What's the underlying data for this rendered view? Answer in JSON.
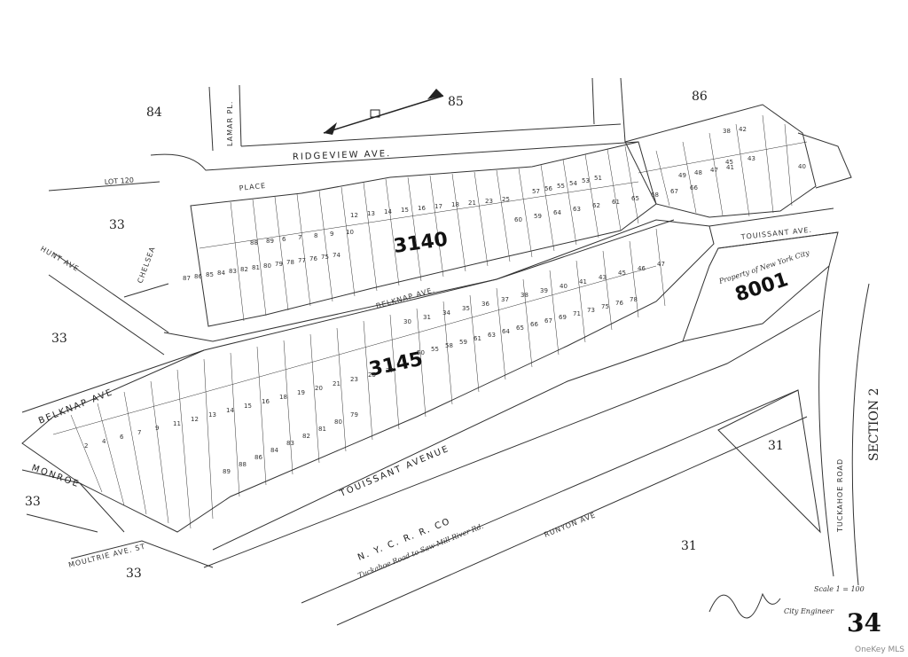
{
  "map": {
    "streets": {
      "ridgeview": "RIDGEVIEW AVE.",
      "lamar": "LAMAR PL.",
      "place": "PLACE",
      "chelsea": "CHELSEA",
      "hunt": "HUNT AVE",
      "belknap_upper": "BELKNAP AVE.",
      "belknap_left": "BELKNAP AVE",
      "touissant_upper": "TOUISSANT AVE.",
      "touissant_lower": "TOUISSANT AVENUE",
      "monroe": "MONROE",
      "moultrie": "MOULTRIE AVE. ST",
      "tuckahoe": "TUCKAHOE ROAD",
      "runyon": "RUNYON AVE",
      "nycrr": "N. Y. C. R. R. CO",
      "railroad_note": "Tuckahoe Road to Saw Mill River Rd."
    },
    "sections": {
      "s84": "84",
      "s85": "85",
      "s86": "86",
      "s33a": "33",
      "s33b": "33",
      "s33c": "33",
      "s33d": "33",
      "s31a": "31",
      "s31b": "31"
    },
    "blocks": {
      "b3140": "3140",
      "b3145": "3145",
      "b8001": "8001"
    },
    "notes": {
      "lot120": "LOT 120",
      "property": "Property of New York City",
      "section2": "SECTION 2",
      "scale": "Scale 1 = 100",
      "engineer": "City Engineer"
    },
    "lots_3140": [
      "57",
      "56",
      "55",
      "54",
      "53",
      "51",
      "60",
      "59",
      "64",
      "63",
      "62",
      "61",
      "65",
      "68",
      "67",
      "66",
      "12",
      "13",
      "14",
      "15",
      "16",
      "17",
      "18",
      "21",
      "23",
      "25",
      "74",
      "75",
      "76",
      "77",
      "78",
      "79",
      "80",
      "81",
      "82",
      "83",
      "84",
      "85",
      "86",
      "87",
      "88",
      "89",
      "6",
      "7",
      "8",
      "9",
      "10"
    ],
    "lots_3145": [
      "30",
      "31",
      "34",
      "35",
      "36",
      "37",
      "38",
      "39",
      "40",
      "41",
      "43",
      "45",
      "46",
      "47",
      "50",
      "55",
      "58",
      "59",
      "61",
      "63",
      "64",
      "65",
      "66",
      "67",
      "69",
      "71",
      "73",
      "75",
      "76",
      "78",
      "79",
      "80",
      "81",
      "82",
      "83",
      "84",
      "86",
      "88",
      "89",
      "2",
      "4",
      "6",
      "7",
      "9",
      "11",
      "12",
      "13",
      "14",
      "15",
      "16",
      "18",
      "19",
      "20",
      "21",
      "23",
      "25",
      "27"
    ],
    "lots_86": [
      "45",
      "43",
      "49",
      "48",
      "47",
      "41",
      "40",
      "38",
      "42"
    ],
    "sheet_number": "34",
    "watermark": "OneKey MLS"
  }
}
